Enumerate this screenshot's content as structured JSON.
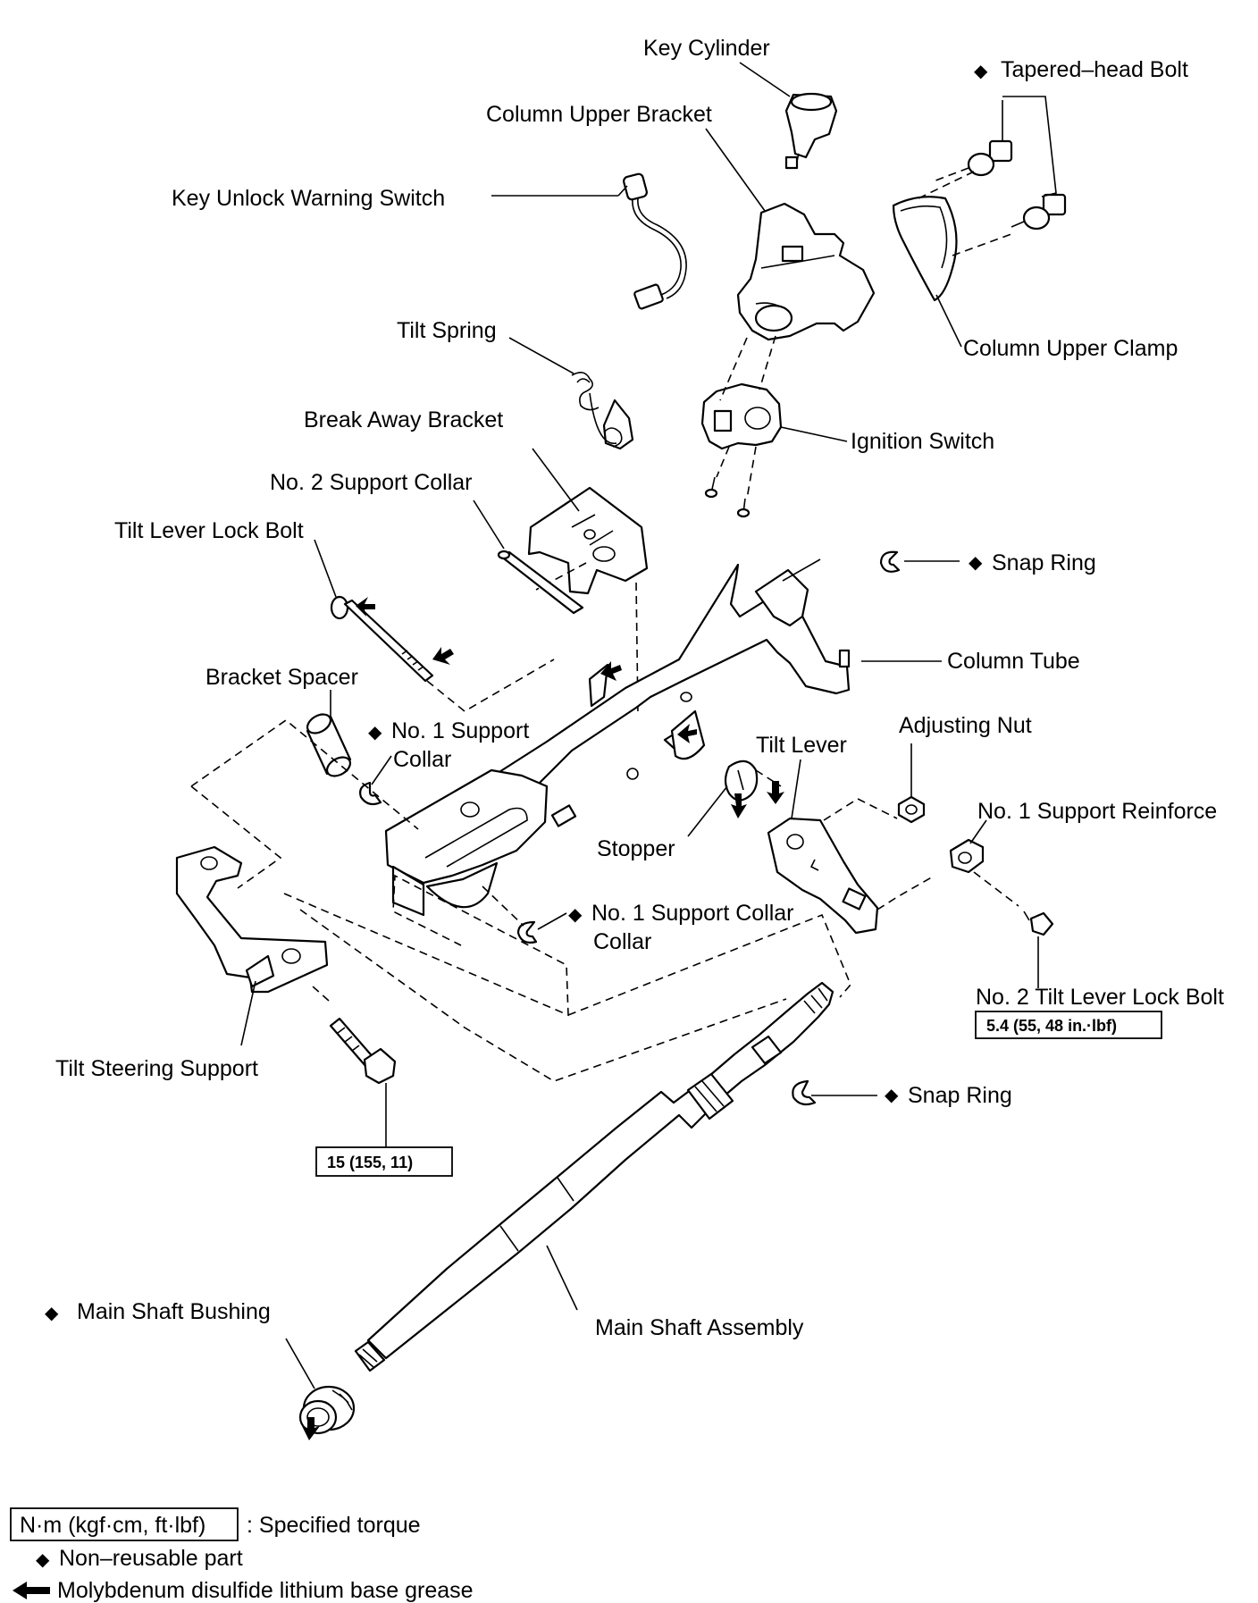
{
  "labels": {
    "key_cylinder": "Key Cylinder",
    "tapered_head_bolt": "Tapered–head Bolt",
    "column_upper_bracket": "Column Upper Bracket",
    "key_unlock_warning_switch": "Key Unlock Warning Switch",
    "column_upper_clamp": "Column Upper Clamp",
    "tilt_spring": "Tilt Spring",
    "break_away_bracket": "Break Away Bracket",
    "ignition_switch": "Ignition Switch",
    "no2_support_collar": "No. 2 Support Collar",
    "tilt_lever_lock_bolt": "Tilt Lever Lock Bolt",
    "snap_ring_top": "Snap Ring",
    "column_tube": "Column Tube",
    "bracket_spacer": "Bracket Spacer",
    "adjusting_nut": "Adjusting Nut",
    "no1_support_collar_a_1": "No. 1 Support",
    "no1_support_collar_a_2": "Collar",
    "tilt_lever": "Tilt Lever",
    "no1_support_reinforce": "No. 1 Support Reinforce",
    "stopper": "Stopper",
    "no1_support_collar_b_1": "No. 1 Support Collar",
    "no1_support_collar_b_2": "Collar",
    "no2_tilt_lever_lock_bolt": "No. 2 Tilt Lever Lock Bolt",
    "tilt_steering_support": "Tilt Steering Support",
    "snap_ring_bottom": "Snap Ring",
    "main_shaft_bushing": "Main Shaft Bushing",
    "main_shaft_assembly": "Main Shaft Assembly"
  },
  "torques": {
    "no2_tilt_lever_lock_bolt": "5.4 (55, 48 in.·lbf)",
    "tilt_steering_support_bolt": "15 (155, 11)"
  },
  "legend": {
    "torque_unit": "N·m (kgf·cm, ft·lbf)",
    "torque_desc": ": Specified torque",
    "non_reusable": "Non–reusable part",
    "grease": "Molybdenum disulfide lithium base grease"
  }
}
